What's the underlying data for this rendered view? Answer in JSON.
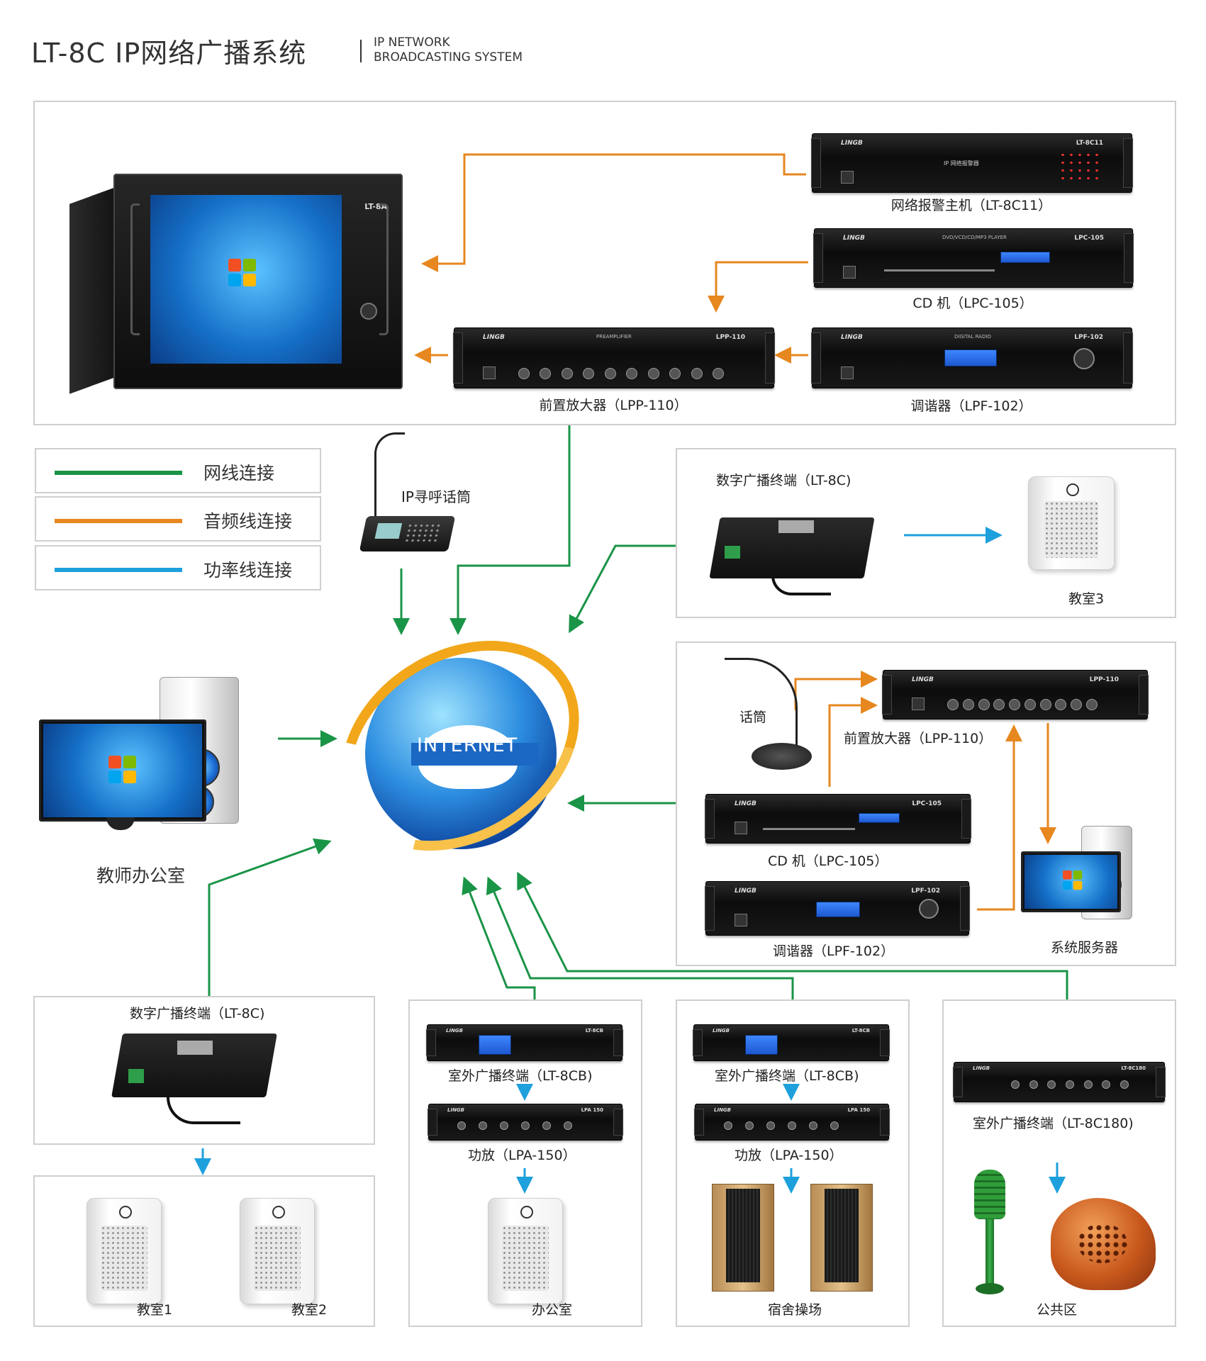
{
  "header": {
    "title": "LT-8C IP网络广播系统",
    "subtitle": "IP NETWORK\nBROADCASTING SYSTEM"
  },
  "legend": [
    {
      "label": "网线连接",
      "color": "#1a9447"
    },
    {
      "label": "音频线连接",
      "color": "#e6871f"
    },
    {
      "label": "功率线连接",
      "color": "#1ea0dc"
    }
  ],
  "colors": {
    "network": "#1a9447",
    "audio": "#e6871f",
    "power": "#1ea0dc",
    "panel_border": "#cfcfcf"
  },
  "top_panel": {
    "server_model": "LT-8A",
    "devices": {
      "alarm": {
        "label": "网络报警主机（LT-8C11）",
        "model": "LT-8C11",
        "panel_text": "IP 网络报警器"
      },
      "cd": {
        "label": "CD 机（LPC-105）",
        "model": "LPC-105",
        "panel_text": "DVD/VCD/CD/MP3 PLAYER"
      },
      "tuner": {
        "label": "调谐器（LPF-102）",
        "model": "LPF-102",
        "panel_text": "DIGITAL RADIO"
      },
      "preamp": {
        "label": "前置放大器（LPP-110）",
        "model": "LPP-110",
        "panel_text": "PREAMPLIFIER"
      }
    }
  },
  "mic_paging": {
    "label": "IP寻呼话筒"
  },
  "internet": {
    "label": "INTERNET"
  },
  "teacher_office": {
    "label": "教师办公室"
  },
  "right_top": {
    "terminal_label": "数字广播终端（LT-8C)",
    "room_label": "教室3"
  },
  "right_mid": {
    "mic_label": "话筒",
    "preamp_label": "前置放大器（LPP-110）",
    "cd_label": "CD 机（LPC-105）",
    "tuner_label": "调谐器（LPF-102）",
    "server_label": "系统服务器",
    "preamp_model": "LPP-110",
    "cd_model": "LPC-105",
    "tuner_model": "LPF-102"
  },
  "bottom": {
    "terminal_label": "数字广播终端（LT-8C)",
    "rooms": [
      "教室1",
      "教室2"
    ],
    "col2": {
      "terminal_label": "室外广播终端（LT-8CB)",
      "amp_label": "功放（LPA-150）",
      "room_label": "办公室",
      "terminal_model": "LT-8CB",
      "amp_model": "LPA 150"
    },
    "col3": {
      "terminal_label": "室外广播终端（LT-8CB)",
      "amp_label": "功放（LPA-150）",
      "room_label": "宿舍操场",
      "terminal_model": "LT-8CB",
      "amp_model": "LPA 150"
    },
    "col4": {
      "terminal_label": "室外广播终端（LT-8C180)",
      "room_label": "公共区",
      "terminal_model": "LT-8C180"
    }
  }
}
